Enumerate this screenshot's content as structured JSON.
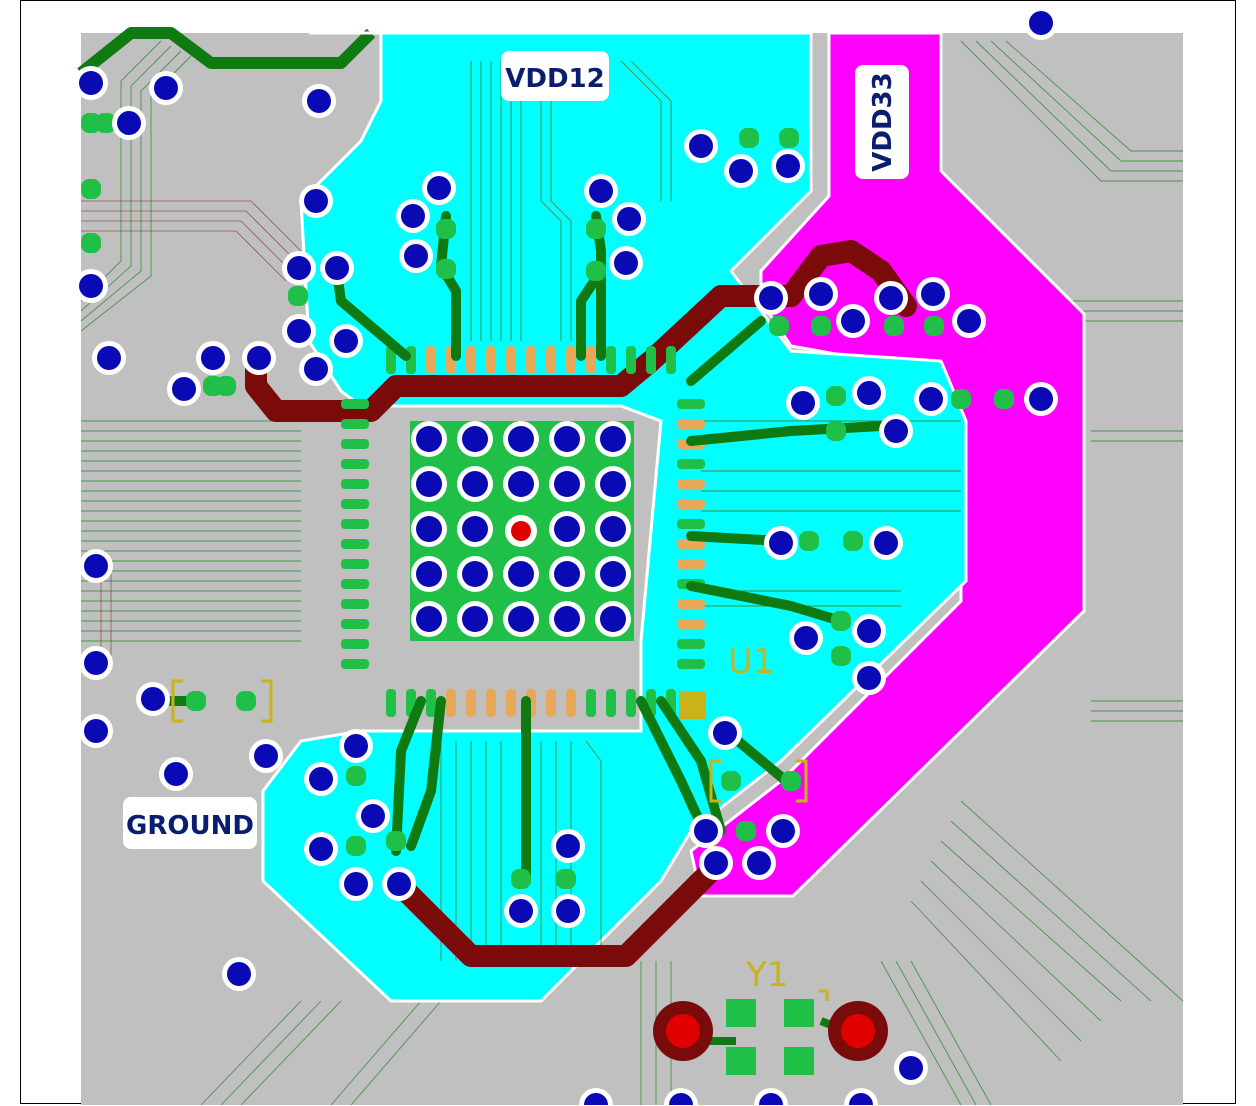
{
  "labels": {
    "vdd12": "VDD12",
    "vdd33": "VDD33",
    "ground": "GROUND",
    "u1": "U1",
    "y1": "Y1"
  },
  "colors": {
    "board": "#c0c0c0",
    "vdd12_plane": "#00ffff",
    "vdd33_plane": "#ff00ff",
    "trace_thick": "#7b0a0a",
    "trace_green": "#0f7a12",
    "pad_orange": "#e8a85a",
    "pad_green": "#1fbf48",
    "pad_yellow": "#c9b21a",
    "via_blue": "#0a0ab4",
    "via_ring": "#ffffff",
    "crystal_pad": "#e00000",
    "crystal_ring": "#7b0a0a"
  }
}
